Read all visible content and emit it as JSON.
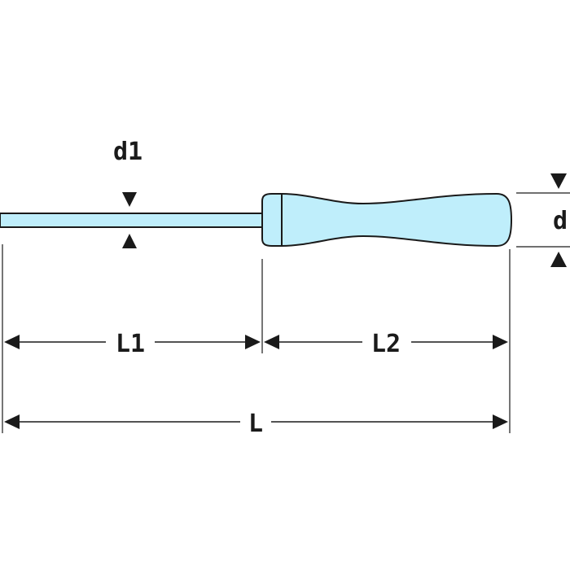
{
  "diagram": {
    "labels": {
      "d1": "d1",
      "d": "d",
      "L1": "L1",
      "L2": "L2",
      "L": "L"
    },
    "colors": {
      "fill": "#bfeefb",
      "line": "#1a1a1a"
    }
  }
}
